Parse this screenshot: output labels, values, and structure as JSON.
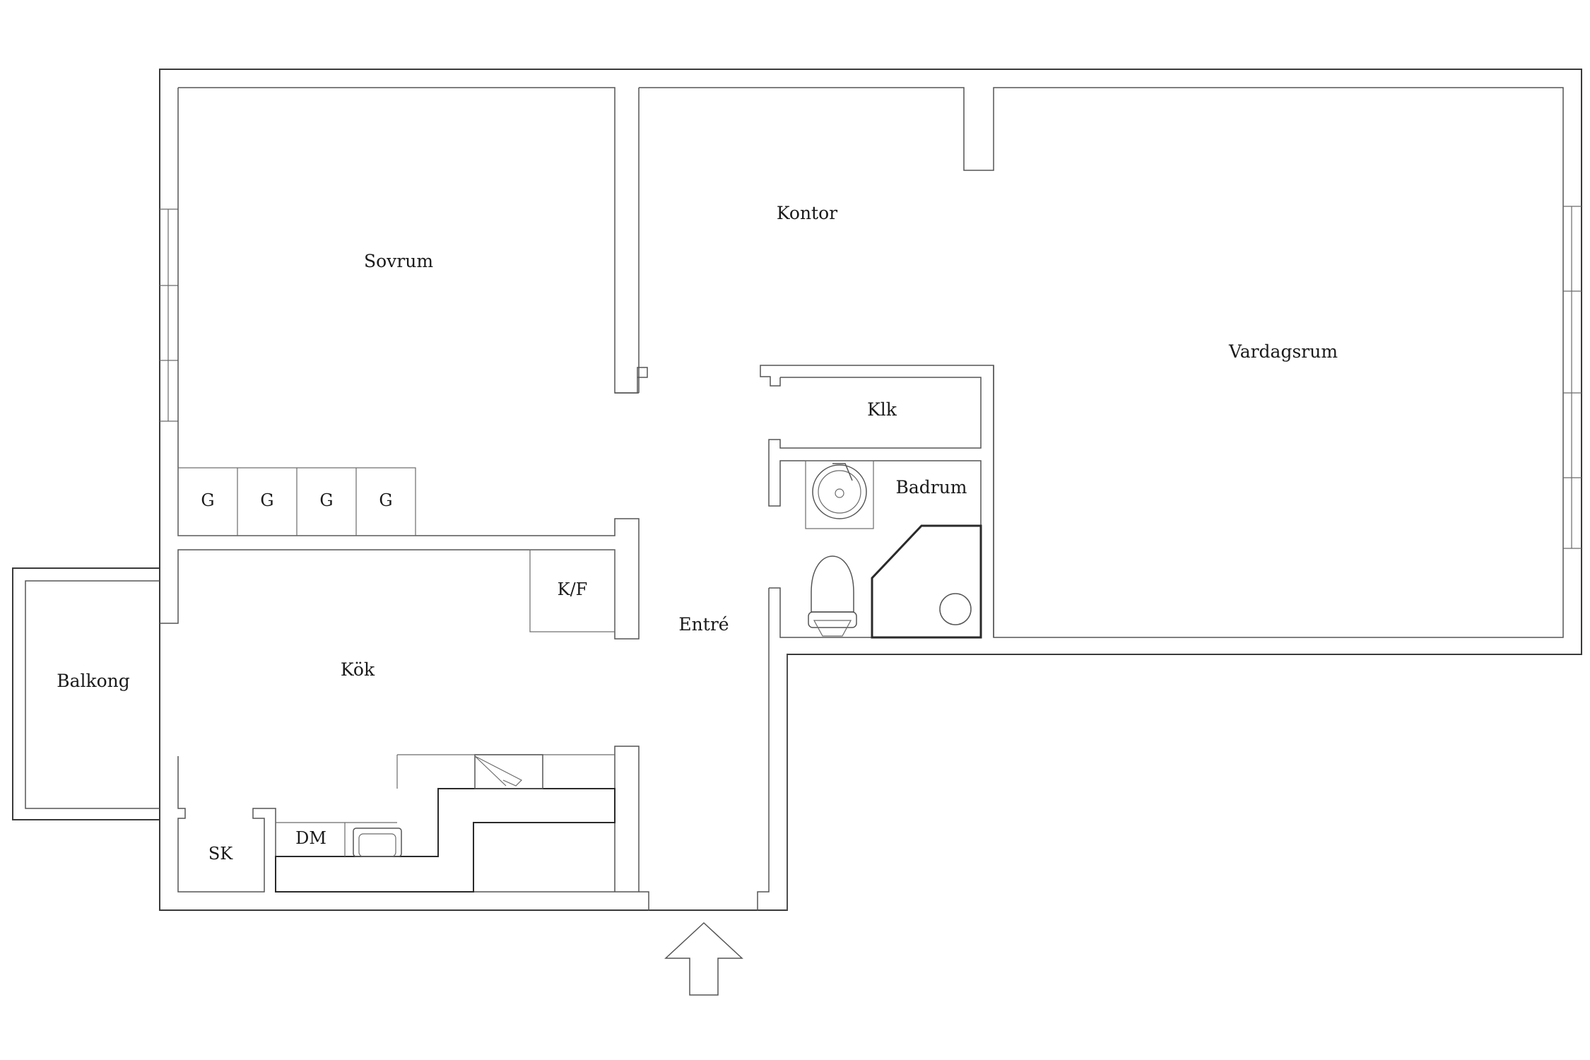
{
  "rooms": {
    "sovrum": "Sovrum",
    "kontor": "Kontor",
    "vardagsrum": "Vardagsrum",
    "klk": "Klk",
    "badrum": "Badrum",
    "entre": "Entré",
    "kok": "Kök",
    "balkong": "Balkong",
    "sk": "SK",
    "dm": "DM",
    "kf": "K/F"
  },
  "wardrobes": [
    "G",
    "G",
    "G",
    "G"
  ],
  "entrance": {
    "icon": "entrance-arrow-icon"
  },
  "colors": {
    "background": "#ffffff",
    "wall": "#3a3a3a",
    "label": "#1a1a1a"
  }
}
